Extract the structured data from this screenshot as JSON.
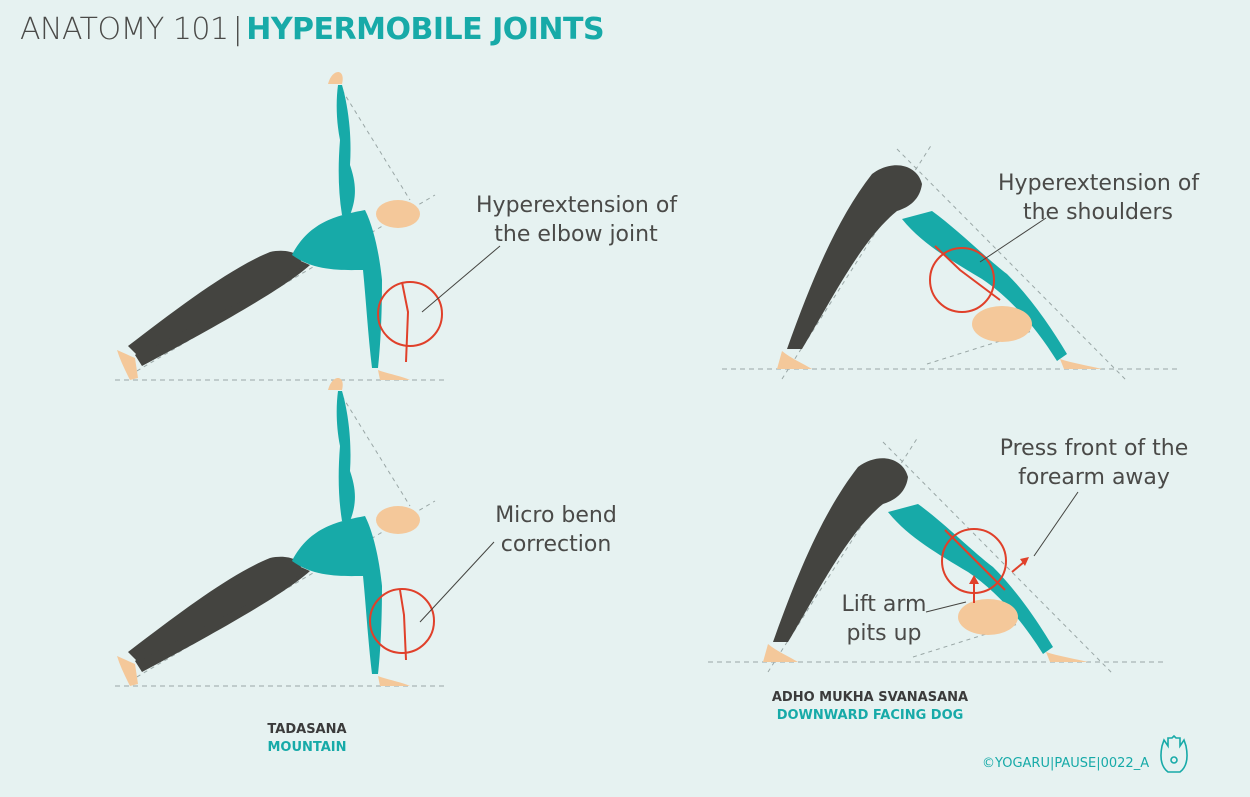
{
  "header": {
    "title_main": "ANATOMY 101",
    "title_sep": "|",
    "title_accent": "HYPERMOBILE JOINTS"
  },
  "annotations": {
    "elbow_hyperextension": "Hyperextension of\nthe elbow joint",
    "micro_bend": "Micro bend\ncorrection",
    "shoulder_hyperextension": "Hyperextension of\nthe shoulders",
    "press_forearm": "Press front of the\nforearm away",
    "lift_armpits": "Lift arm\npits up"
  },
  "poses": [
    {
      "sanskrit": "TADASANA",
      "english": "MOUNTAIN"
    },
    {
      "sanskrit": "ADHO MUKHA SVANASANA",
      "english": "DOWNWARD FACING DOG"
    }
  ],
  "footer": {
    "credit": "©YOGARU|PAUSE|0022_A",
    "logo_icon": "hamsa-hand-icon"
  },
  "colors": {
    "background": "#e6f2f1",
    "teal": "#17aaa8",
    "dark": "#444440",
    "skin": "#f4c89a",
    "marker": "#e0402a",
    "guide": "#9aa7a6"
  }
}
